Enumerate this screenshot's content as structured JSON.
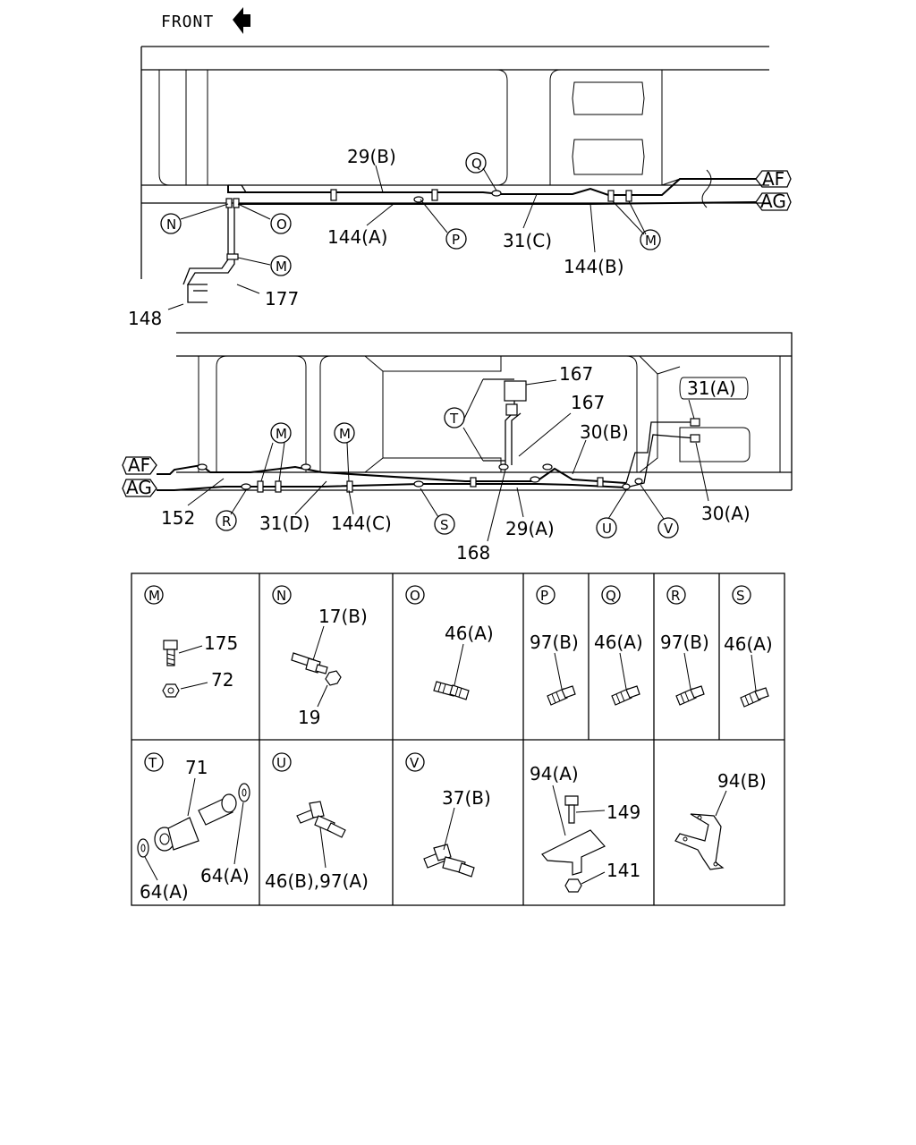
{
  "header": {
    "front_label": "FRONT"
  },
  "upper_view": {
    "labels": {
      "l29b": "29(B)",
      "l144a": "144(A)",
      "l31c": "31(C)",
      "l144b": "144(B)",
      "l177": "177",
      "l148": "148"
    },
    "callouts": {
      "N": "N",
      "O": "O",
      "Q": "Q",
      "P": "P",
      "M1": "M",
      "M2": "M"
    },
    "connectors": {
      "AF": "AF",
      "AG": "AG"
    }
  },
  "lower_view": {
    "labels": {
      "l167a": "167",
      "l167b": "167",
      "l31a": "31(A)",
      "l30b": "30(B)",
      "l30a": "30(A)",
      "l152": "152",
      "l31d": "31(D)",
      "l144c": "144(C)",
      "l29a": "29(A)",
      "l168": "168"
    },
    "callouts": {
      "T": "T",
      "M1": "M",
      "M2": "M",
      "R": "R",
      "S": "S",
      "U": "U",
      "V": "V"
    },
    "connectors": {
      "AF": "AF",
      "AG": "AG"
    }
  },
  "parts_table": {
    "M": {
      "letter": "M",
      "labels": [
        "175",
        "72"
      ]
    },
    "N": {
      "letter": "N",
      "labels": [
        "17(B)",
        "19"
      ]
    },
    "O": {
      "letter": "O",
      "labels": [
        "46(A)"
      ]
    },
    "P": {
      "letter": "P",
      "labels": [
        "97(B)"
      ]
    },
    "Q": {
      "letter": "Q",
      "labels": [
        "46(A)"
      ]
    },
    "R": {
      "letter": "R",
      "labels": [
        "97(B)"
      ]
    },
    "S": {
      "letter": "S",
      "labels": [
        "46(A)"
      ]
    },
    "T": {
      "letter": "T",
      "labels": [
        "71",
        "64(A)",
        "64(A)"
      ]
    },
    "U": {
      "letter": "U",
      "labels": [
        "46(B),97(A)"
      ]
    },
    "V": {
      "letter": "V",
      "labels": [
        "37(B)"
      ]
    },
    "bracket_a": {
      "labels": [
        "94(A)",
        "149",
        "141"
      ]
    },
    "bracket_b": {
      "labels": [
        "94(B)"
      ]
    }
  }
}
